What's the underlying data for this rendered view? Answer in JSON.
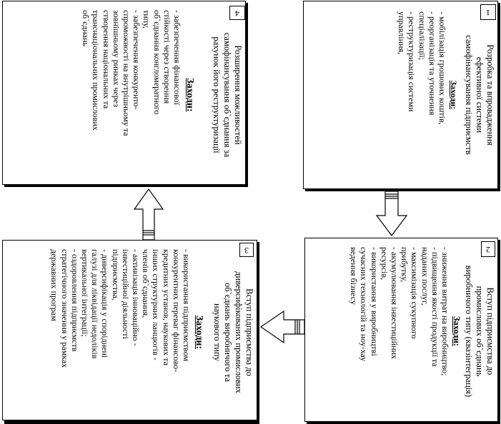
{
  "blocks": [
    {
      "number": "1",
      "title": "Розробка та впровадження\nефективної системи\nсамофінансування підприємств",
      "measures_label": "Заходи:",
      "items": [
        "- мобілізація грошових коштів,",
        "- реорганізація та уточнення\n  спеціалізації;",
        "- реструктуризація системи\n  управління,"
      ]
    },
    {
      "number": "2",
      "title": "Вступ підприємства до\nпромислових об`єднань\nвиробничого  типу (квазінтеграція)",
      "measures_label": "Заходи:",
      "items": [
        "- зниження витрат на виробництво;",
        "- підвищення якості продукції та\n  наданих послуг,",
        "- максимізація сукупного\n  прибутку,",
        "- акумулювання інвестиційних\n  ресурсів,",
        "- використання у виробництві\n  сучасних технологій та ноу-хау\n  ведення бізнесу"
      ]
    },
    {
      "number": "3",
      "title": "Вступ підприємства до\nдиверсифікованих промислових\nоб`єднань виробничого та\nнаукового типу",
      "measures_label": "Заходи:",
      "items": [
        "- використання підприємством\n  конкурентних переваг фінансово-\n  кредитних установ, наукових та\n  інших структурних ланцюгів -\n  членів об`єднання,",
        "- активізація інноваційно -\n  інвестиційної діяльності\n  підприємства,",
        "- диверсифікація у споріднені\n  галузі для ліквідації недоліків\n  вертикальної інтеграції;",
        "- оздоровлення підприємств\n  стратегічного значення у рамках\n  державних програм"
      ]
    },
    {
      "number": "4",
      "title": "Розширення можливостей\nсамофінансування об`єднання за\nрахунок його реструктуризації",
      "measures_label": "Заходи:",
      "items": [
        "- забезпечення фінансової\n  стійкості через створення\n  об`єднання конгломератного\n  типу,",
        "- забезпечення конкуренто-\n  спроможності на внутрішньому та\n  зовнішньому ринках через\n  створення національних та\n  транснаціональних промислових\n  об`єднань"
      ]
    }
  ]
}
